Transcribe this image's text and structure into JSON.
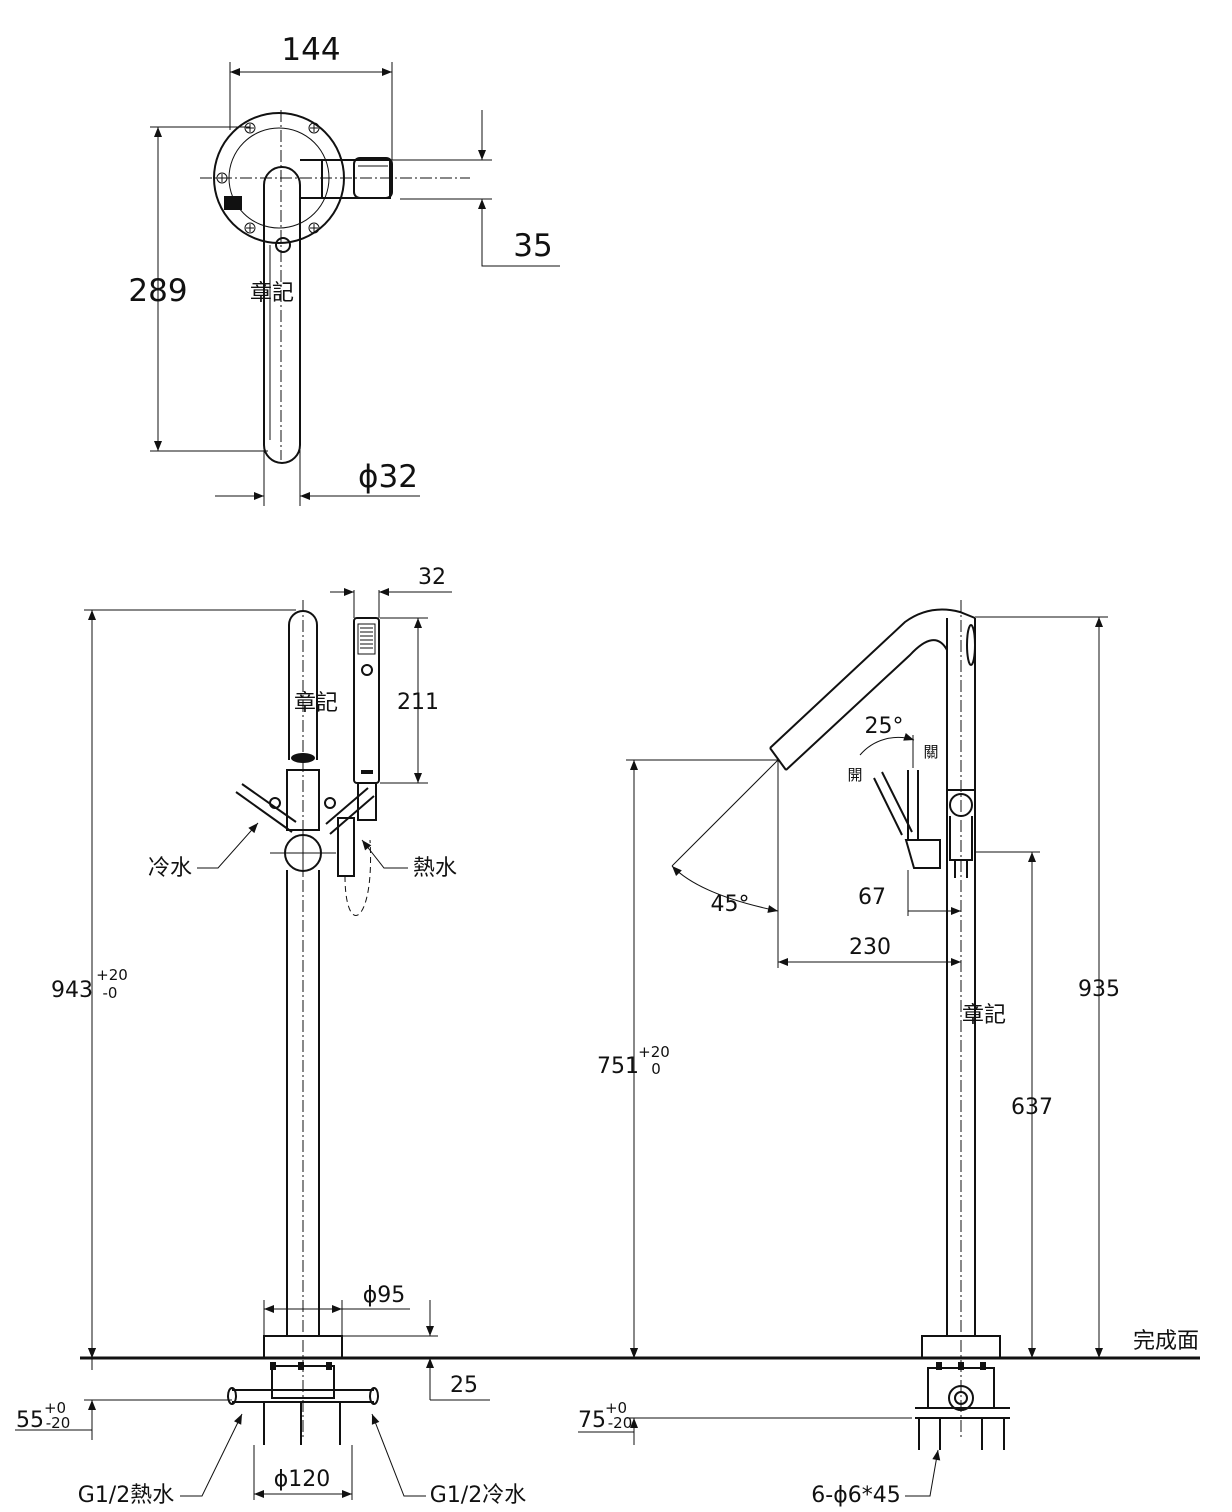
{
  "top_view": {
    "dim_width": "144",
    "dim_height": "289",
    "dim_offset": "35",
    "dim_diameter": "ϕ32",
    "mark_label": "章記"
  },
  "front_view": {
    "dim_handle_width": "32",
    "dim_handshower_len": "211",
    "dim_total_height": "943",
    "dim_total_tol_plus": "+20",
    "dim_total_tol_minus": "-0",
    "dim_base_diameter": "ϕ95",
    "dim_base_height": "25",
    "dim_below_floor": "55",
    "dim_below_tol_plus": "+0",
    "dim_below_tol_minus": "-20",
    "dim_flange_diameter": "ϕ120",
    "label_cold": "冷水",
    "label_hot": "熱水",
    "label_inlet_hot": "G1/2熱水",
    "label_inlet_cold": "G1/2冷水",
    "mark_label": "章記"
  },
  "side_view": {
    "dim_angle_lever": "25°",
    "label_open": "開",
    "label_close": "關",
    "dim_angle_spout": "45°",
    "dim_lever_offset": "67",
    "dim_spout_reach": "230",
    "dim_spout_height": "751",
    "dim_spout_tol_plus": "+20",
    "dim_spout_tol_minus": "0",
    "dim_overall_height": "935",
    "dim_lever_height": "637",
    "dim_below_floor": "75",
    "dim_below_tol_plus": "+0",
    "dim_below_tol_minus": "-20",
    "label_bolts": "6-ϕ6*45",
    "label_finished_floor": "完成面",
    "mark_label": "章記"
  }
}
